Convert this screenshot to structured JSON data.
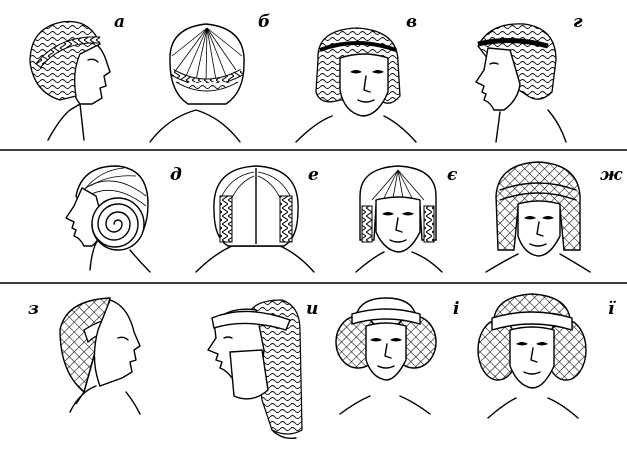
{
  "labels": {
    "a": "а",
    "b": "б",
    "v": "в",
    "g": "г",
    "d": "д",
    "e": "е",
    "ye": "є",
    "zh": "ж",
    "z": "з",
    "y": "и",
    "i": "і",
    "yi": "ї"
  }
}
